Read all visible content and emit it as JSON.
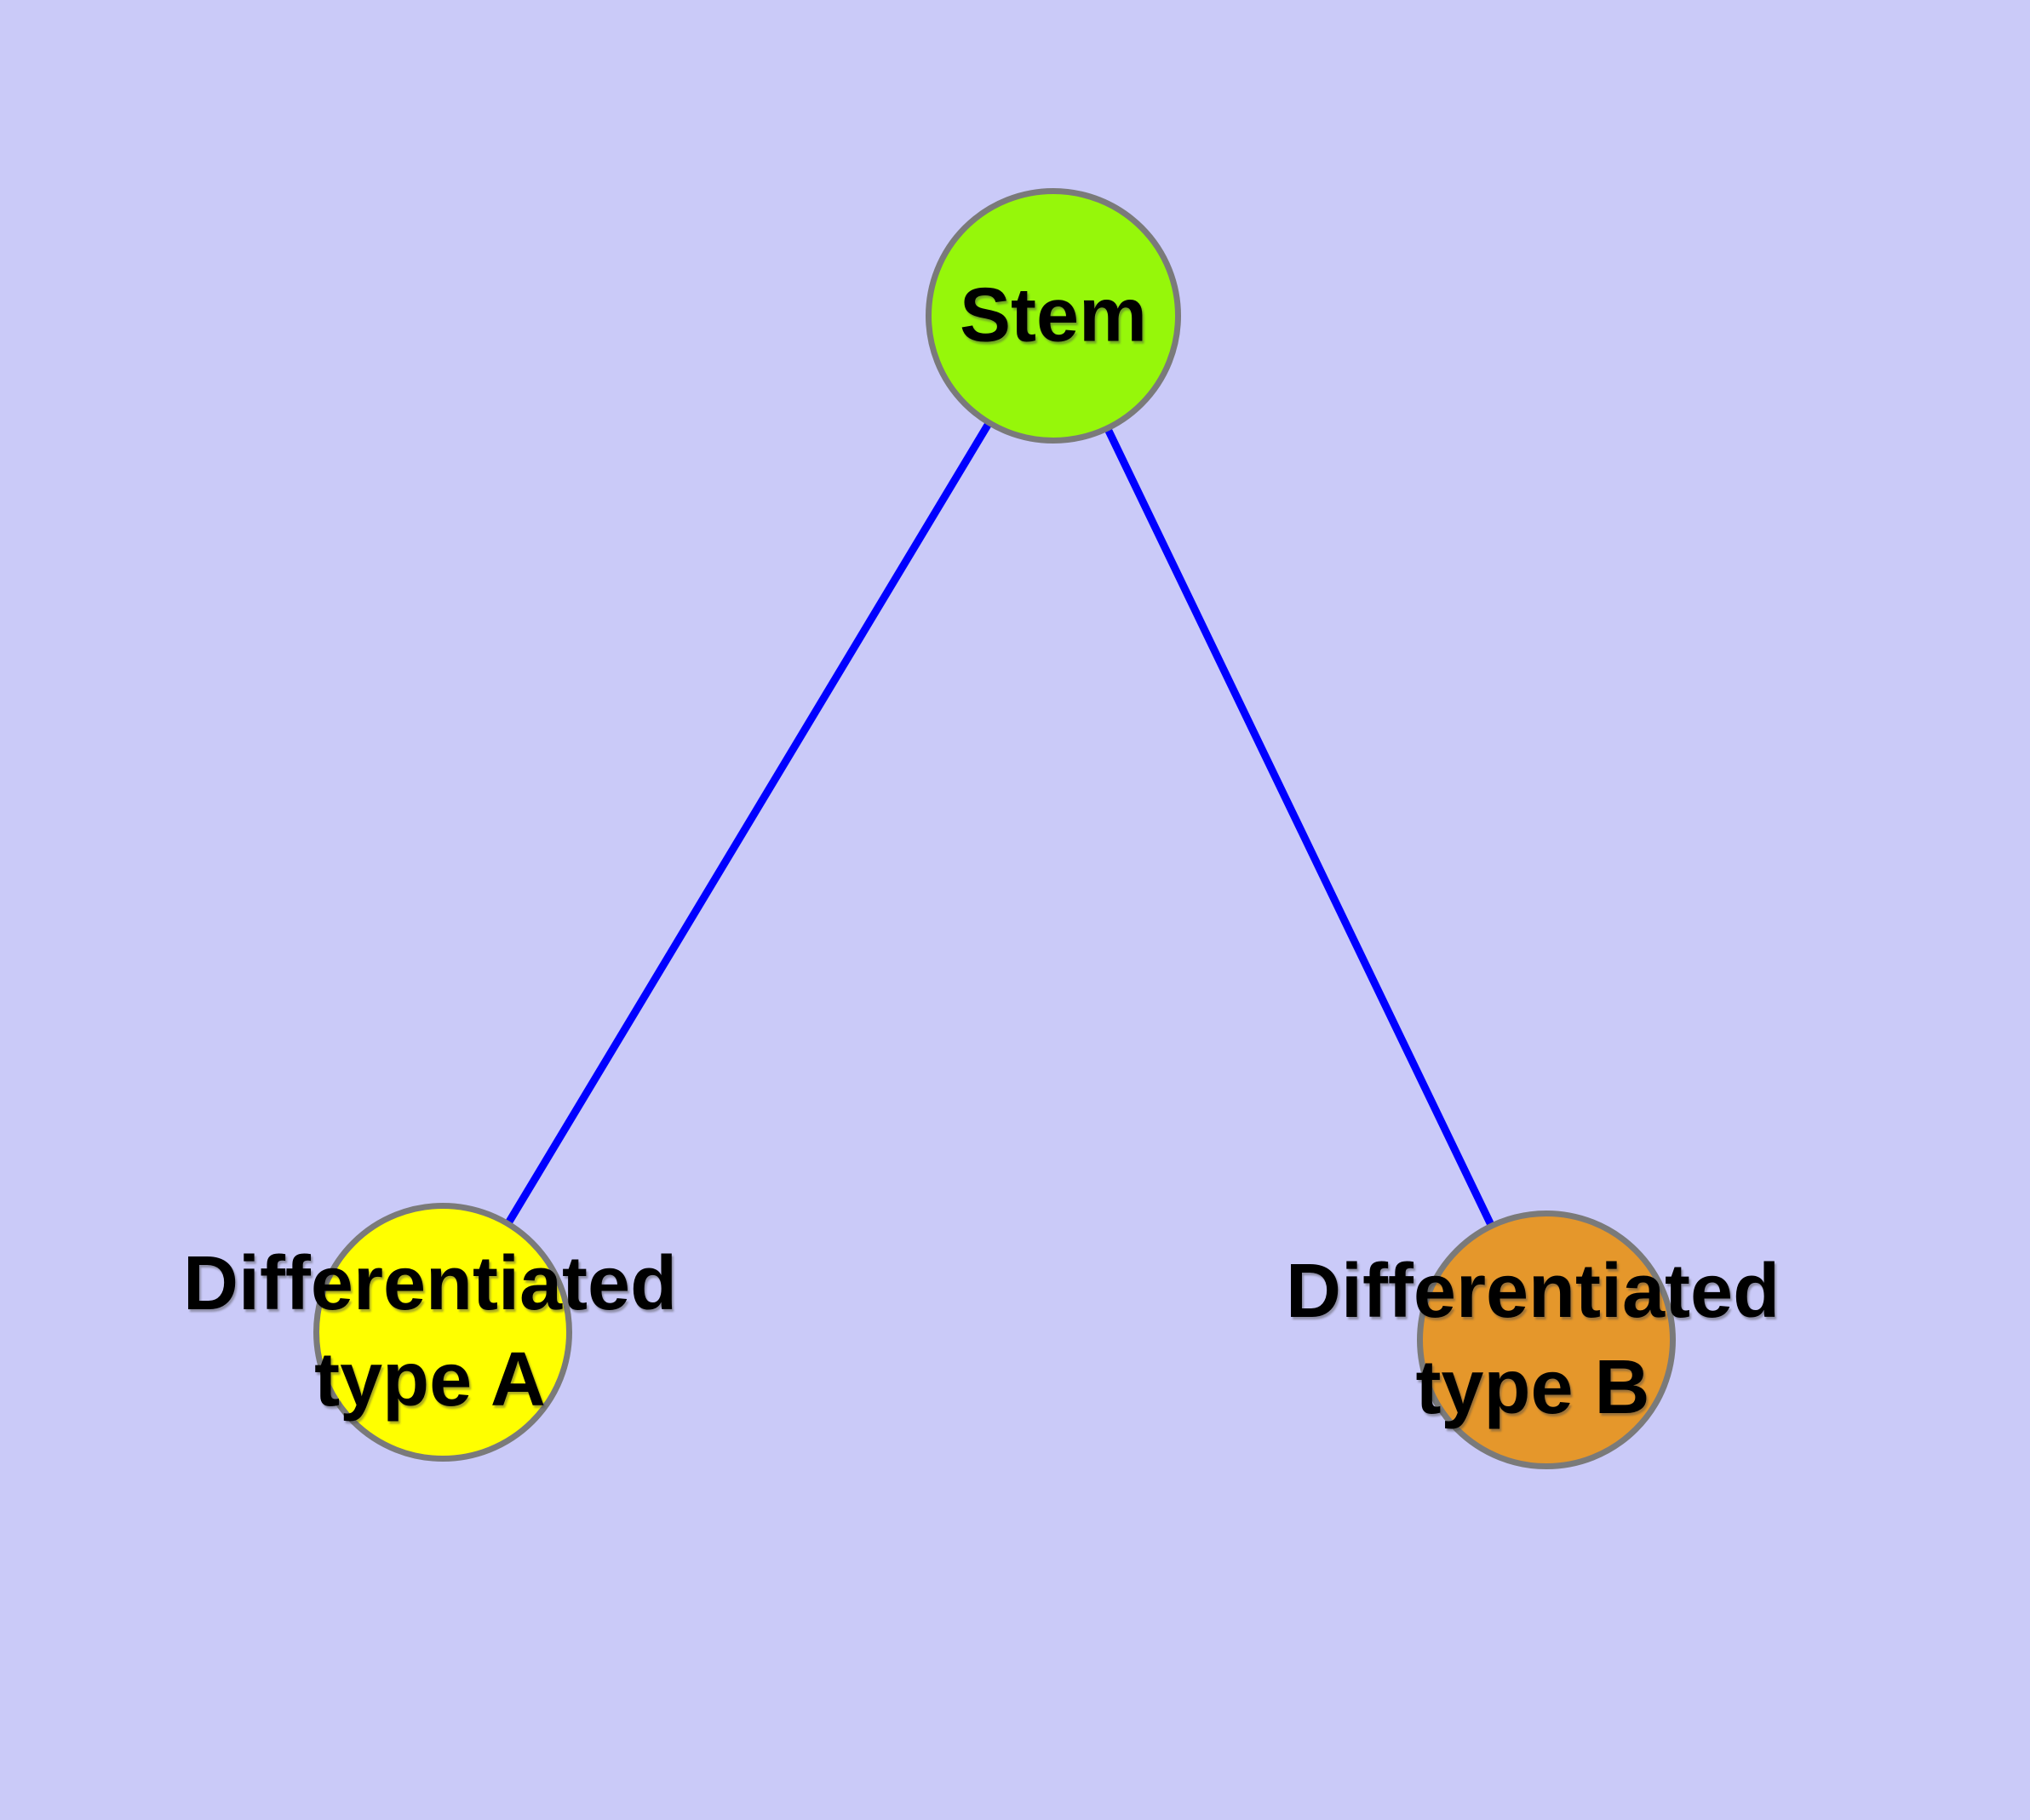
{
  "diagram": {
    "background_color": "#CACAF8",
    "node_border_color": "#7A7A7A",
    "edge_color": "#0000FF",
    "text_color": "#000000",
    "nodes": [
      {
        "id": "stem",
        "label": "Stem",
        "fill": "#96F70A"
      },
      {
        "id": "diff-a",
        "label": "Differentiated\ntype A",
        "fill": "#FFFF00"
      },
      {
        "id": "diff-b",
        "label": "Differentiated\ntype B",
        "fill": "#E5972B"
      }
    ],
    "edges": [
      {
        "from": "stem",
        "to": "diff-a"
      },
      {
        "from": "stem",
        "to": "diff-b"
      }
    ]
  }
}
